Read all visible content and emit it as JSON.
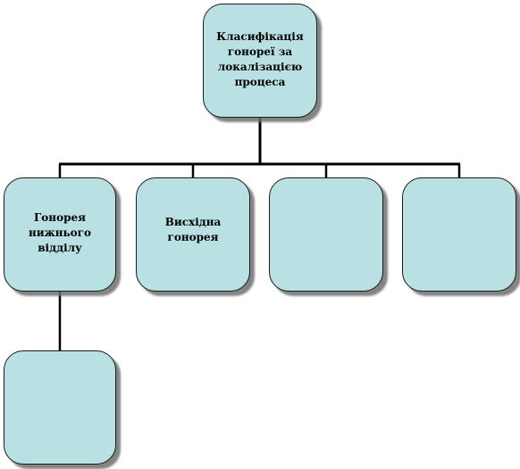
{
  "diagram": {
    "root": {
      "label": "Класифікація\nгонореї за\nлокалізацією\nпроцеса"
    },
    "children": [
      {
        "label": "Гонорея\nнижнього\nвідділу"
      },
      {
        "label": "Висхідна\nгонорея"
      },
      {
        "label": ""
      },
      {
        "label": ""
      }
    ],
    "grandchildren": [
      {
        "label": ""
      }
    ],
    "colors": {
      "node_fill": "#b9e0e3",
      "node_border": "#1a1a1a",
      "connector": "#000000",
      "shadow": "#6e6e6e"
    }
  }
}
